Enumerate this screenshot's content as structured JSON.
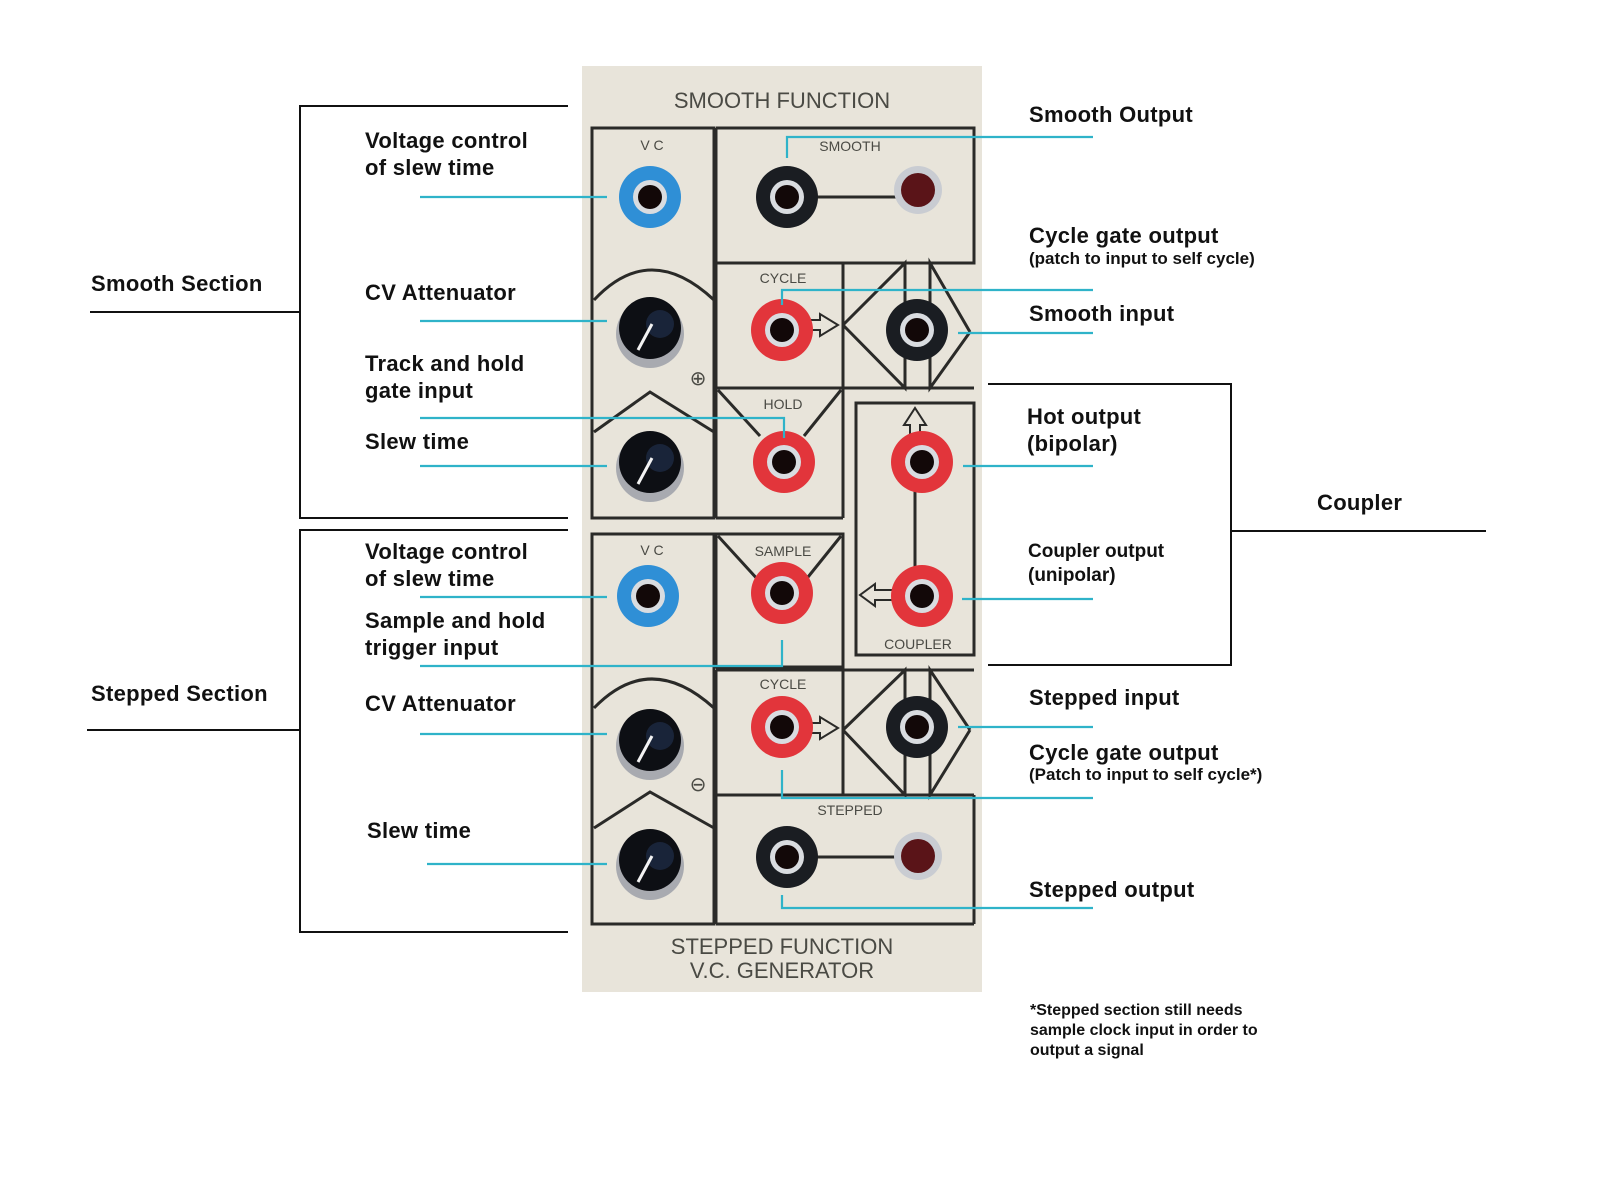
{
  "panel": {
    "top_title": "SMOOTH FUNCTION",
    "bottom_title_line1": "STEPPED FUNCTION",
    "bottom_title_line2": "V.C. GENERATOR",
    "panel_labels": {
      "vc_top": "V C",
      "smooth": "SMOOTH",
      "cycle_top": "CYCLE",
      "hold": "HOLD",
      "vc_bottom": "V C",
      "sample": "SAMPLE",
      "coupler": "COUPLER",
      "cycle_bottom": "CYCLE",
      "stepped": "STEPPED"
    },
    "symbols": {
      "plus": "⊕",
      "minus": "⊖"
    },
    "colors": {
      "panel_bg": "#e8e4da",
      "jack_blue": "#2f8fd6",
      "jack_red": "#e2353b",
      "jack_black": "#1a1d22",
      "led": "#5a1418",
      "leader": "#2fb3c9",
      "bracket": "#111111"
    }
  },
  "groups": {
    "smooth_section": "Smooth Section",
    "stepped_section": "Stepped Section",
    "coupler": "Coupler"
  },
  "left_labels": {
    "smooth_vc_line1": "Voltage control",
    "smooth_vc_line2": "of slew time",
    "smooth_cv_att": "CV Attenuator",
    "track_hold_line1": "Track and hold",
    "track_hold_line2": "gate input",
    "smooth_slew": "Slew time",
    "stepped_vc_line1": "Voltage control",
    "stepped_vc_line2": "of slew time",
    "sample_hold_line1": "Sample and hold",
    "sample_hold_line2": "trigger input",
    "stepped_cv_att": "CV Attenuator",
    "stepped_slew": "Slew time"
  },
  "right_labels": {
    "smooth_output": "Smooth Output",
    "cycle_gate_top": "Cycle gate output",
    "cycle_gate_top_sub": "(patch to input to self cycle)",
    "smooth_input": "Smooth input",
    "hot_output_line1": "Hot output",
    "hot_output_line2": "(bipolar)",
    "coupler_output_line1": "Coupler output",
    "coupler_output_line2": "(unipolar)",
    "stepped_input": "Stepped input",
    "cycle_gate_bottom": "Cycle gate output",
    "cycle_gate_bottom_sub": "(Patch to input to self cycle*)",
    "stepped_output": "Stepped output"
  },
  "footnote": {
    "line1": "*Stepped section still needs",
    "line2": "sample clock input in order to",
    "line3": "output a signal"
  }
}
